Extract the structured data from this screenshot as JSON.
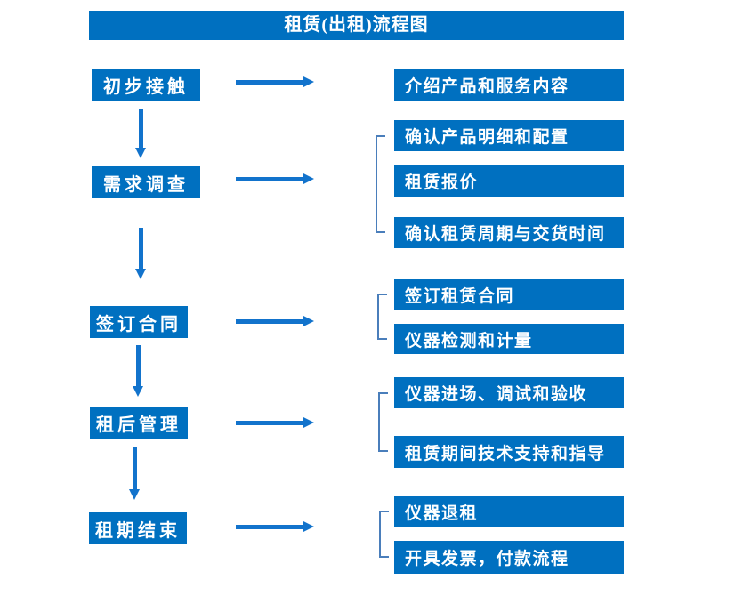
{
  "title": "租赁(出租)流程图",
  "colors": {
    "box_blue": "#0070c0",
    "arrow_blue": "#1273cc",
    "bracket_blue": "#4a7ebb",
    "text_white": "#ffffff"
  },
  "stages": [
    {
      "label": "初步接触",
      "outputs": [
        "介绍产品和服务内容"
      ]
    },
    {
      "label": "需求调查",
      "outputs": [
        "确认产品明细和配置",
        "租赁报价",
        "确认租赁周期与交货时间"
      ]
    },
    {
      "label": "签订合同",
      "outputs": [
        "签订租赁合同",
        "仪器检测和计量"
      ]
    },
    {
      "label": "租后管理",
      "outputs": [
        "仪器进场、调试和验收",
        "租赁期间技术支持和指导"
      ]
    },
    {
      "label": "租期结束",
      "outputs": [
        "仪器退租",
        "开具发票，付款流程"
      ]
    }
  ]
}
